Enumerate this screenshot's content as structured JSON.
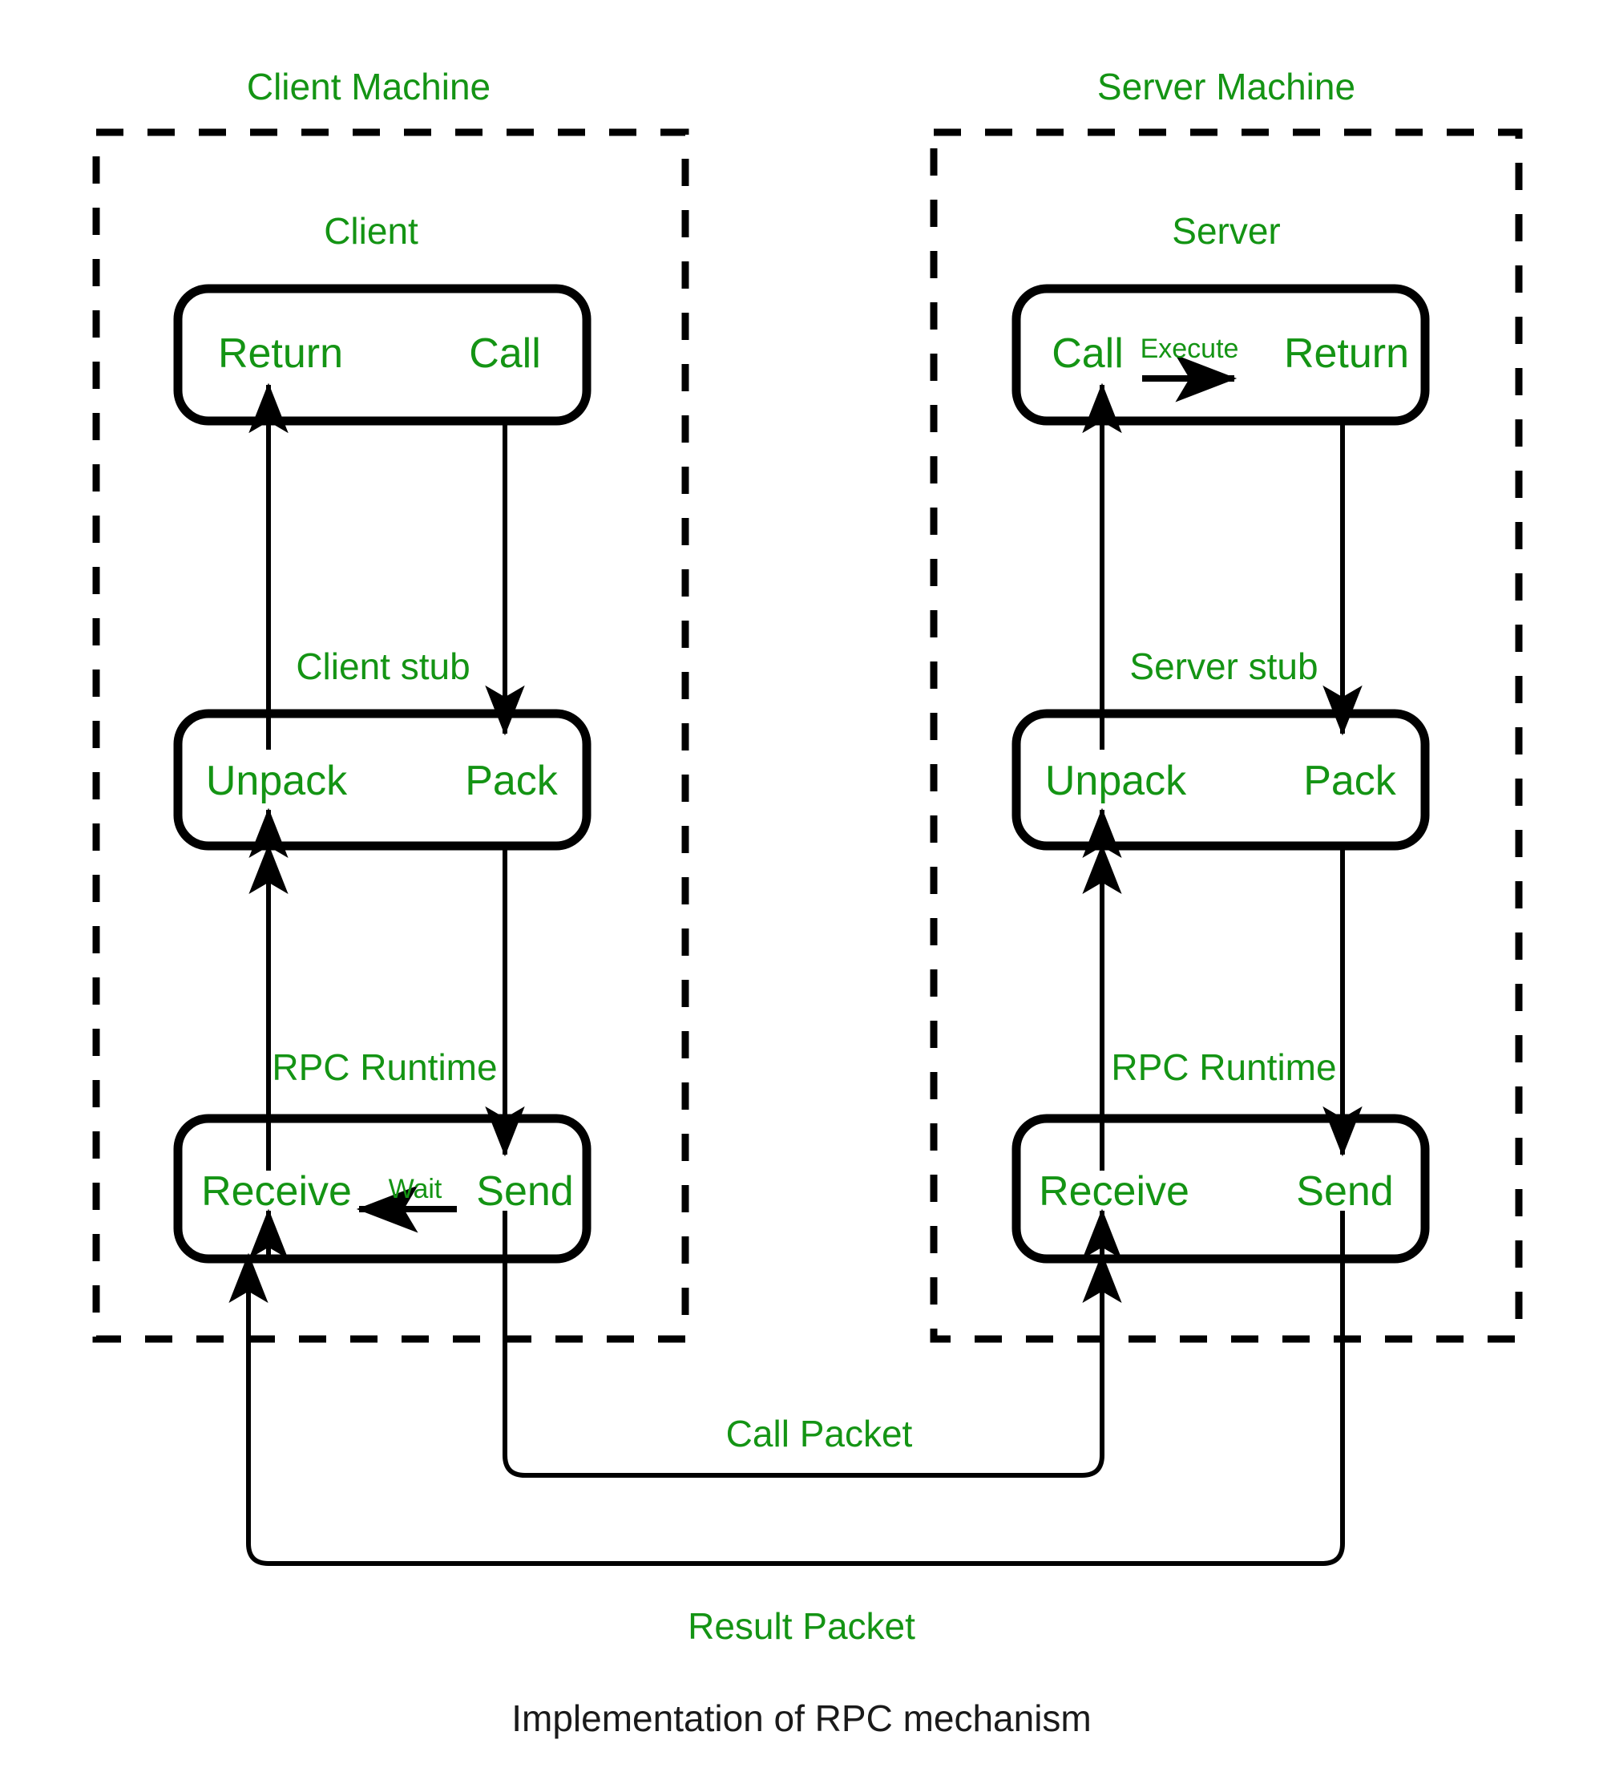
{
  "theme": {
    "green": "#149414",
    "black": "#000000",
    "caption_color": "#1a1a1a",
    "background": "#ffffff"
  },
  "diagram": {
    "caption": "Implementation of RPC mechanism",
    "machines": [
      {
        "id": "client-machine",
        "title": "Client Machine",
        "role_title": "Client",
        "layers": [
          {
            "id": "client-app",
            "label": "Client stub",
            "left_text": "Return",
            "right_text": "Call"
          },
          {
            "id": "client-stub",
            "label": "RPC Runtime",
            "left_text": "Unpack",
            "right_text": "Pack"
          },
          {
            "id": "client-runtime",
            "label": "",
            "left_text": "Receive",
            "right_text": "Send"
          }
        ]
      },
      {
        "id": "server-machine",
        "title": "Server Machine",
        "role_title": "Server",
        "layers": [
          {
            "id": "server-app",
            "label": "Server stub",
            "left_text": "Call",
            "right_text": "Return"
          },
          {
            "id": "server-stub",
            "label": "RPC Runtime",
            "left_text": "Unpack",
            "right_text": "Pack"
          },
          {
            "id": "server-runtime",
            "label": "",
            "left_text": "Receive",
            "right_text": "Send"
          }
        ]
      }
    ],
    "inline_edges": [
      {
        "id": "execute-edge",
        "label": "Execute",
        "direction": "right"
      },
      {
        "id": "wait-edge",
        "label": "Wait",
        "direction": "left"
      }
    ],
    "packets": [
      {
        "id": "call-packet",
        "label": "Call Packet"
      },
      {
        "id": "result-packet",
        "label": "Result Packet"
      }
    ]
  }
}
